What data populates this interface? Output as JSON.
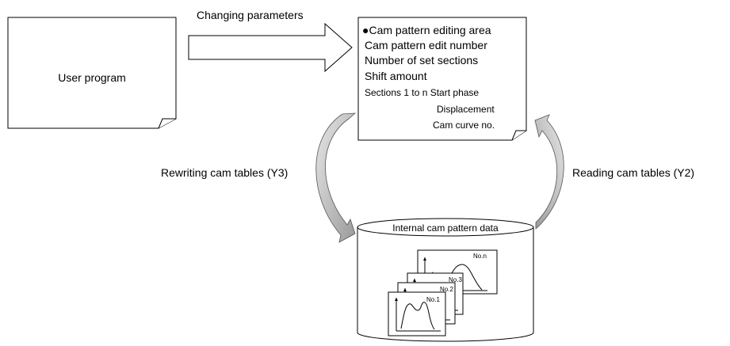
{
  "user_program": {
    "label": "User program"
  },
  "top_arrow": {
    "label": "Changing parameters"
  },
  "editing_area": {
    "title": "●Cam pattern editing area",
    "lines": [
      "Cam pattern edit number",
      "Number of set sections",
      "Shift amount",
      "Sections 1 to n Start phase",
      "Displacement",
      "Cam curve no."
    ]
  },
  "left_arrow": {
    "label": "Rewriting cam tables (Y3)"
  },
  "right_arrow": {
    "label": "Reading cam tables (Y2)"
  },
  "internal_data": {
    "title": "Internal cam pattern data",
    "cards": [
      "No.1",
      "No.2",
      "No.3",
      "No.n"
    ]
  }
}
